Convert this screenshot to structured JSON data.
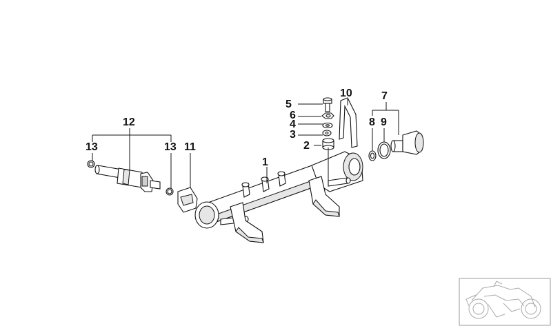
{
  "callouts": {
    "c1": "1",
    "c2": "2",
    "c3": "3",
    "c4": "4",
    "c5": "5",
    "c6": "6",
    "c7": "7",
    "c8": "8",
    "c9": "9",
    "c10": "10",
    "c11": "11",
    "c12": "12",
    "c13a": "13",
    "c13b": "13"
  },
  "colors": {
    "line": "#111111",
    "shade": "#e6e6e6",
    "thumbnail_border": "#999999"
  },
  "icons": {
    "thumbnail": "motorcycle-thumbnail-icon"
  }
}
